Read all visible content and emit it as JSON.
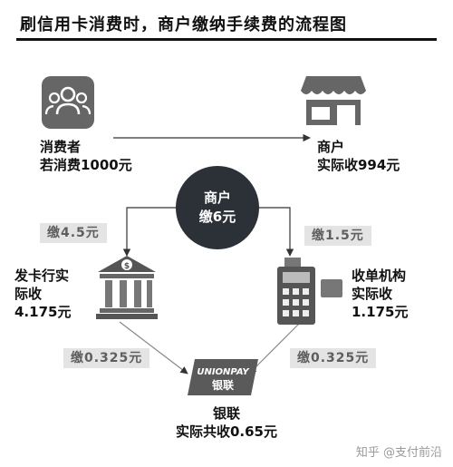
{
  "title": "刷信用卡消费时，商户缴纳手续费的流程图",
  "consumer": {
    "line1": "消费者",
    "line2": "若消费1000元"
  },
  "merchant": {
    "line1": "商户",
    "line2": "实际收994元"
  },
  "hub": {
    "line1": "商户",
    "line2": "缴6元"
  },
  "issuer": {
    "line1": "发卡行实",
    "line2": "际收",
    "line3": "4.175元",
    "fee": "缴4.5元",
    "fee_out": "缴0.325元"
  },
  "acquirer": {
    "line1": "收单机构",
    "line2": "实际收",
    "line3": "1.175元",
    "fee": "缴1.5元",
    "fee_out": "缴0.325元"
  },
  "unionpay": {
    "logo_text": "UNIONPAY",
    "logo_cn": "银联",
    "line1": "银联",
    "line2": "实际共收0.65元"
  },
  "watermark": "知乎 @支付前沿",
  "colors": {
    "hub_fill": "#2b3136",
    "icon_gray": "#666666",
    "tag_bg": "#e4e4e4"
  }
}
